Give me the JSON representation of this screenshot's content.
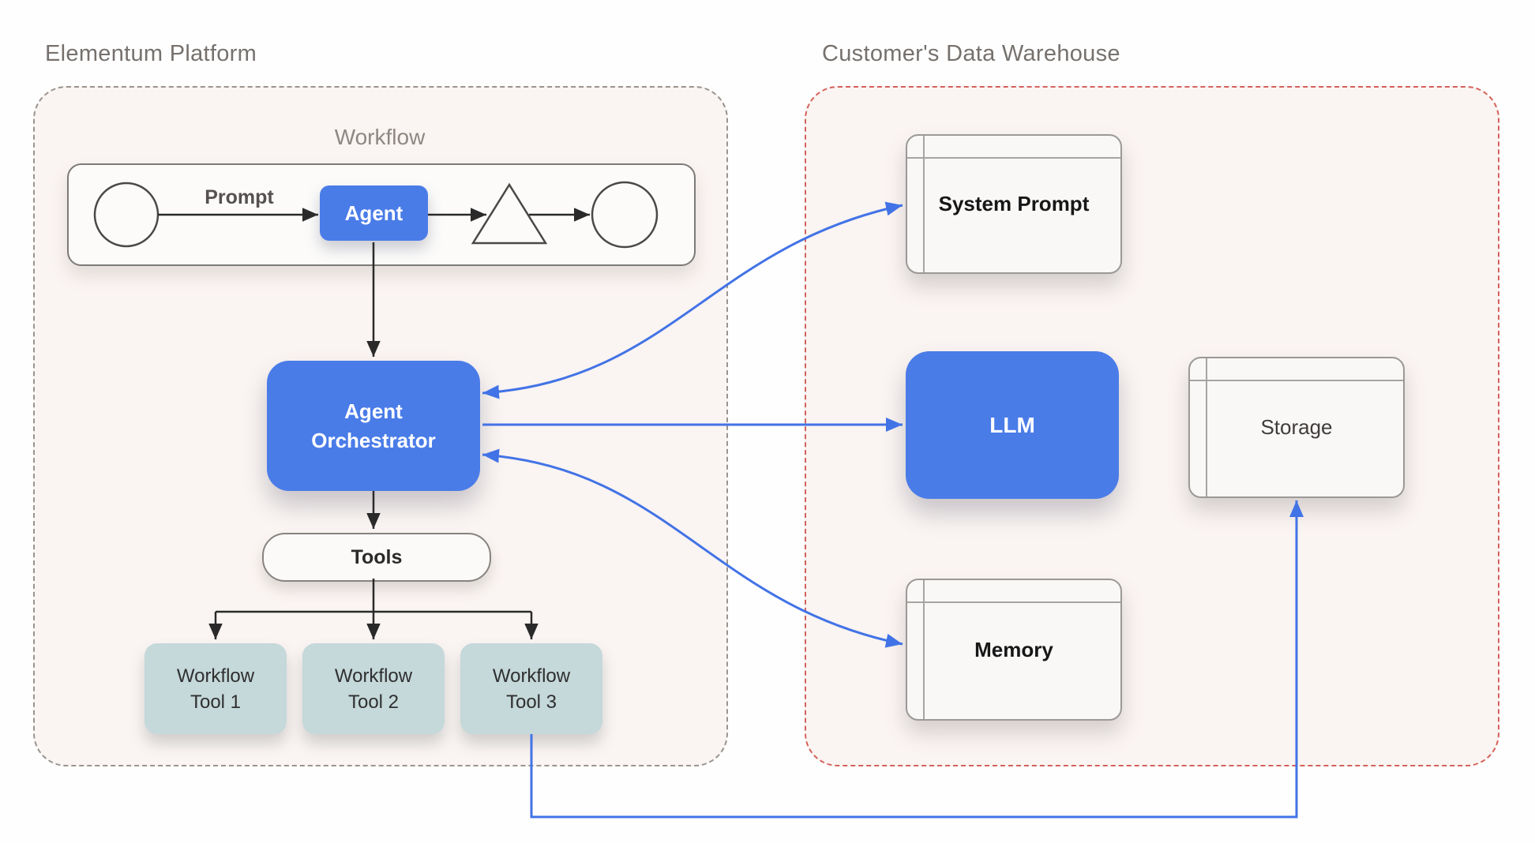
{
  "titles": {
    "platform": "Elementum Platform",
    "warehouse": "Customer's Data Warehouse"
  },
  "workflow": {
    "title": "Workflow",
    "prompt_label": "Prompt",
    "agent_label": "Agent"
  },
  "platform": {
    "orchestrator_label": "Agent\nOrchestrator",
    "tools_label": "Tools",
    "workflow_tools": [
      {
        "label": "Workflow Tool 1"
      },
      {
        "label": "Workflow Tool 2"
      },
      {
        "label": "Workflow Tool 3"
      }
    ]
  },
  "warehouse": {
    "system_prompt_label": "System Prompt",
    "llm_label": "LLM",
    "memory_label": "Memory",
    "storage_label": "Storage"
  },
  "colors": {
    "node_blue": "#4a7ce8",
    "arrow_blue": "#4273e6",
    "teal": "#c5d8da",
    "region_fill": "#faf4f2",
    "platform_dash": "#98948f",
    "warehouse_dash": "#d4625a",
    "black_arrow": "#2a2a2a"
  }
}
